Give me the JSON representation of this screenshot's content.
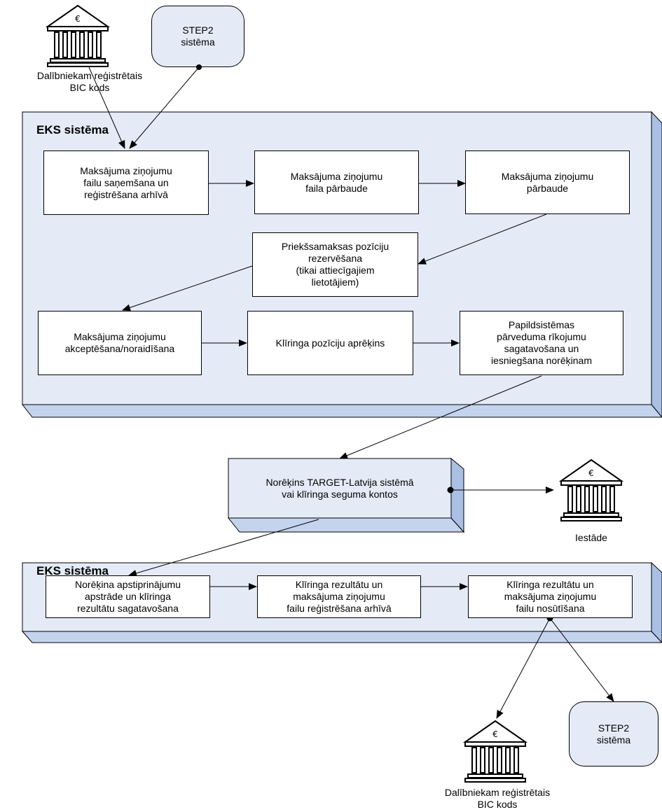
{
  "bank_symbol": "€",
  "top": {
    "bank_label": "Dalībniekam reģistrētais\nBIC kods",
    "step2_label": "STEP2\nsistēma"
  },
  "eks1": {
    "title": "EKS sistēma",
    "boxes": [
      "Maksājuma ziņojumu\nfailu saņemšana un\nreģistrēšana arhīvā",
      "Maksājuma ziņojumu\nfaila pārbaude",
      "Maksājuma ziņojumu\npārbaude",
      "Priekšsamaksas pozīciju\nrezervēšana\n(tikai attiecīgajiem\nlietotājiem)",
      "Maksājuma ziņojumu\nakceptēšana/noraidīšana",
      "Klīringa pozīciju aprēķins",
      "Papildsistēmas\npārveduma rīkojumu\nsagatavošana un\niesniegšana norēķinam"
    ]
  },
  "settlement": {
    "text": "Norēķins TARGET-Latvija sistēmā\nvai klīringa seguma kontos",
    "institution_label": "Iestāde"
  },
  "eks2": {
    "title": "EKS sistēma",
    "boxes": [
      "Norēķina apstiprinājumu\napstrāde un klīringa\nrezultātu sagatavošana",
      "Klīringa rezultātu un\nmaksājuma ziņojumu\nfailu reģistrēšana arhīvā",
      "Klīringa rezultātu un\nmaksājuma ziņojumu\nfailu nosūtīšana"
    ]
  },
  "bottom": {
    "bank_label": "Dalībniekam reģistrētais\nBIC kods",
    "step2_label": "STEP2\nsistēma"
  },
  "colors": {
    "panel_face": "#e4ebf7",
    "panel_side": "#a9bfe3",
    "panel_bottom": "#c4d3ee",
    "line": "#000000"
  }
}
